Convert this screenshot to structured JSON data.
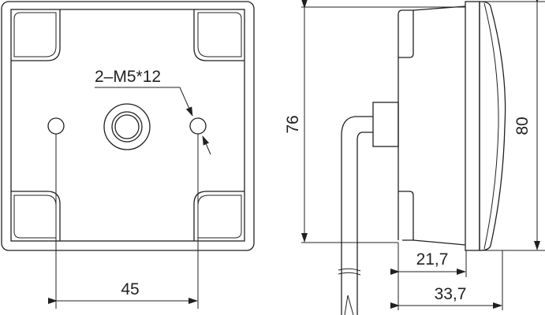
{
  "front_view": {
    "thread_callout": "2–M5*12",
    "hole_spacing": "45"
  },
  "side_view": {
    "body_height": "76",
    "overall_height": "80",
    "body_depth": "21,7",
    "overall_depth": "33,7"
  },
  "colors": {
    "line": "#231f20",
    "background": "#ffffff"
  }
}
